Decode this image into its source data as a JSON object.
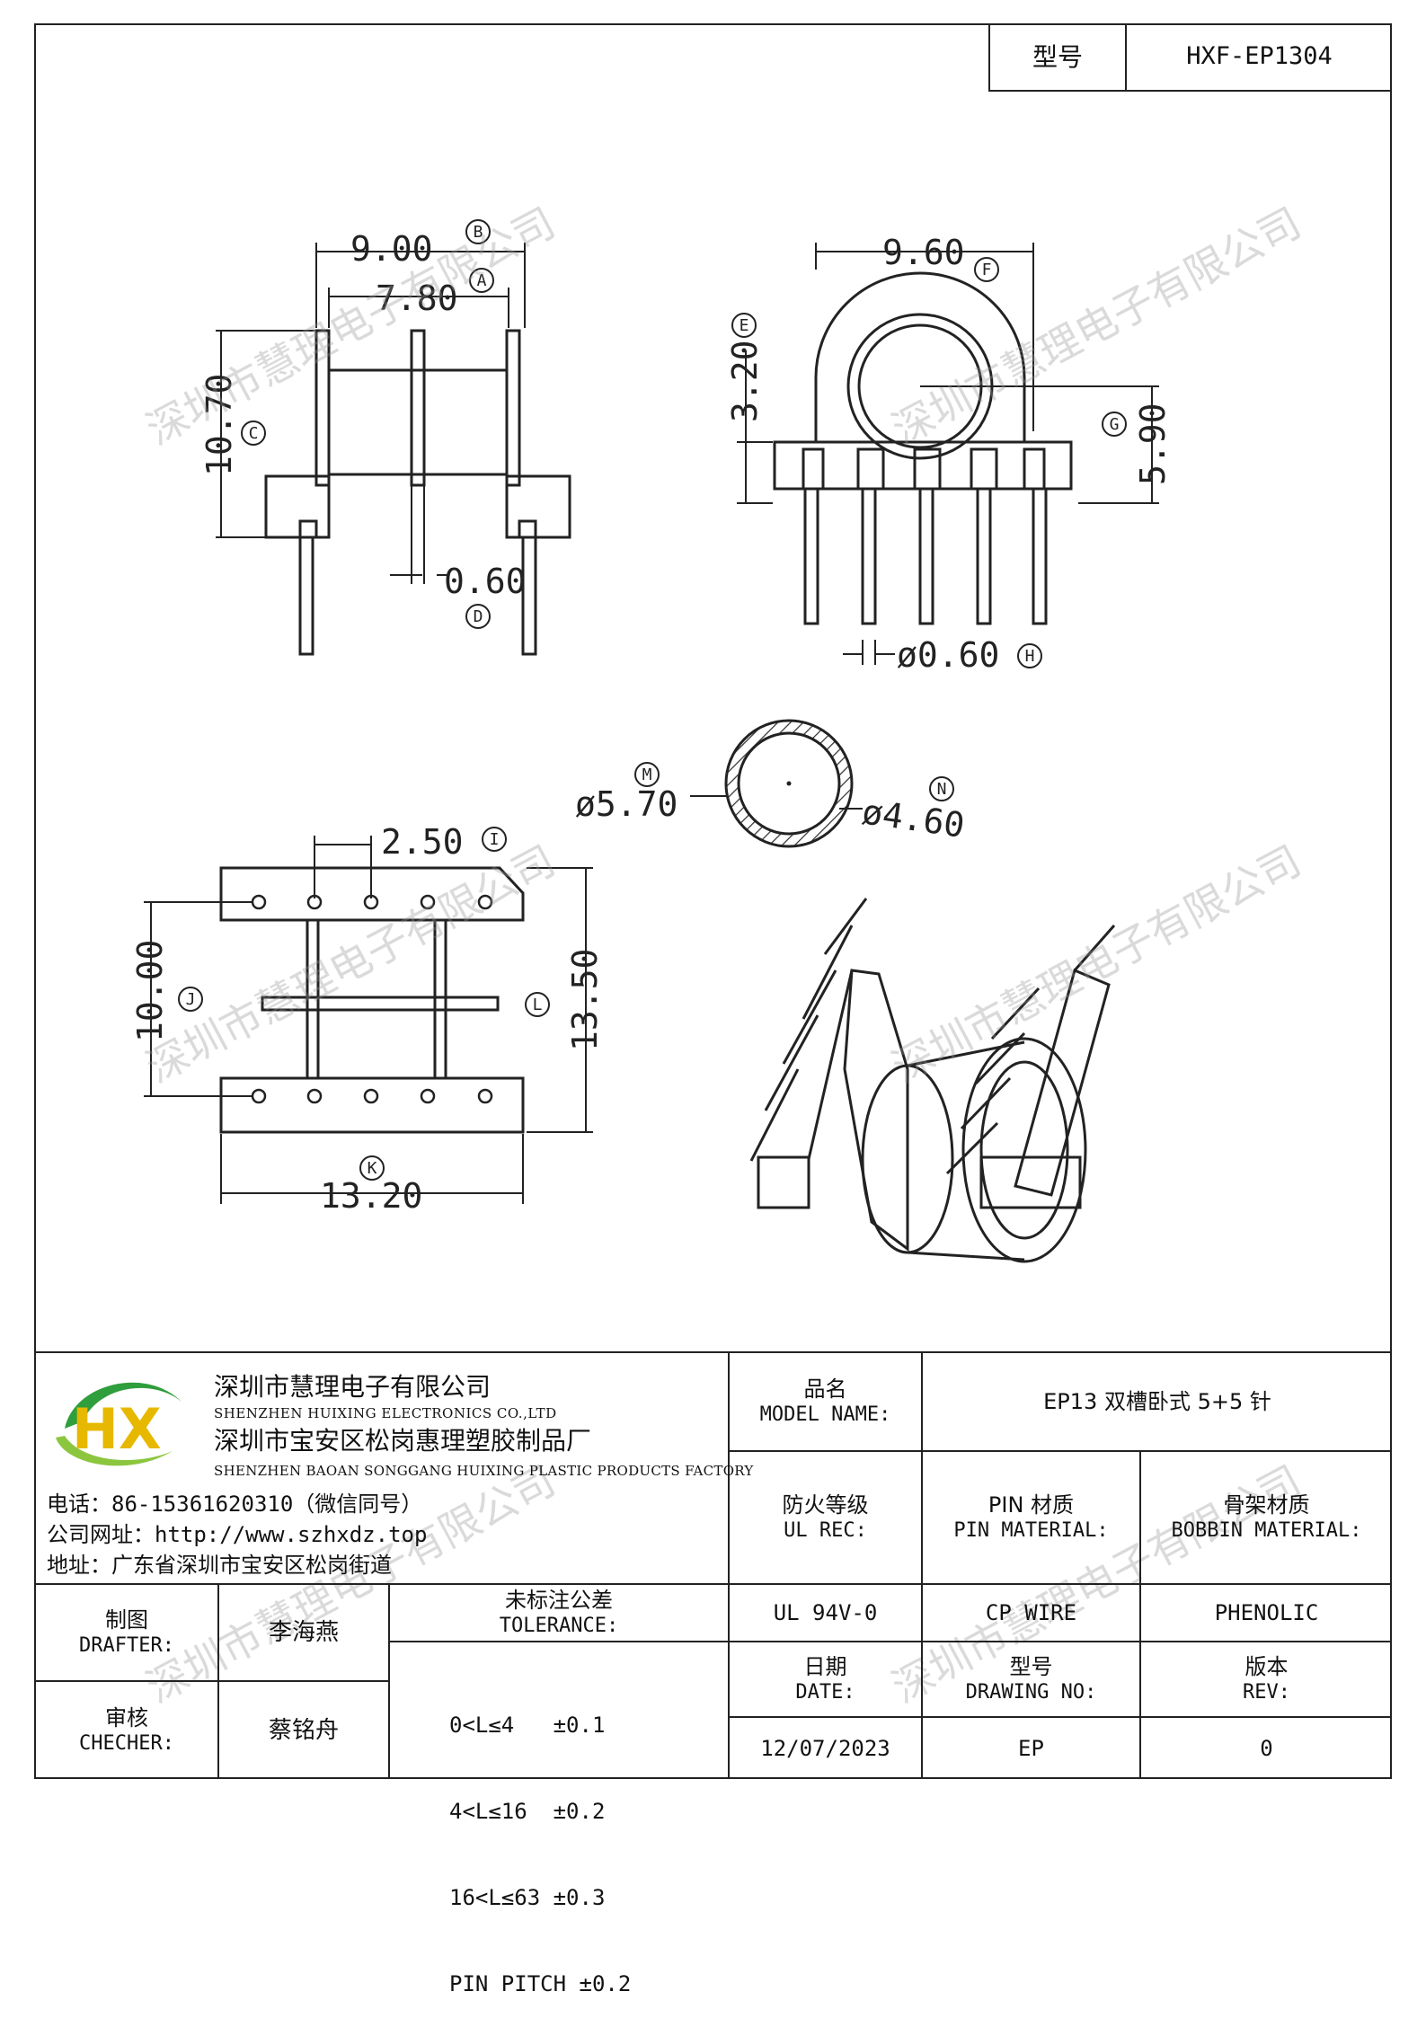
{
  "header": {
    "model_label": "型号",
    "model_value": "HXF-EP1304"
  },
  "dimensions": {
    "B": "9.00",
    "A": "7.80",
    "C": "10.70",
    "D": "0.60",
    "F": "9.60",
    "E": "3.20",
    "G": "5.90",
    "H": "ø0.60",
    "M": "ø5.70",
    "N": "ø4.60",
    "I": "2.50",
    "J": "10.00",
    "L": "13.50",
    "K": "13.20"
  },
  "tags": {
    "A": "A",
    "B": "B",
    "C": "C",
    "D": "D",
    "E": "E",
    "F": "F",
    "G": "G",
    "H": "H",
    "I": "I",
    "J": "J",
    "K": "K",
    "L": "L",
    "M": "M",
    "N": "N"
  },
  "watermark": "深圳市慧理电子有限公司",
  "company": {
    "logo_letters": "HX",
    "name_cn": "深圳市慧理电子有限公司",
    "name_en": "SHENZHEN HUIXING ELECTRONICS CO.,LTD",
    "factory_cn": "深圳市宝安区松岗惠理塑胶制品厂",
    "factory_en": "SHENZHEN BAOAN SONGGANG HUIXING PLASTIC PRODUCTS FACTORY",
    "phone": "电话：86-15361620310（微信同号）",
    "website": "公司网址：http://www.szhxdz.top",
    "address": "地址：广东省深圳市宝安区松岗街道"
  },
  "titleblock": {
    "model_name_cn": "品名",
    "model_name_en": "MODEL NAME:",
    "model_name_value": "EP13 双槽卧式 5+5 针",
    "ul_cn": "防火等级",
    "ul_en": "UL REC:",
    "pin_cn": "PIN 材质",
    "pin_en": "PIN MATERIAL:",
    "bobbin_cn": "骨架材质",
    "bobbin_en": "BOBBIN MATERIAL:",
    "ul_value": "UL 94V-0",
    "pin_value": "CP WIRE",
    "bobbin_value": "PHENOLIC",
    "drafter_cn": "制图",
    "drafter_en": "DRAFTER:",
    "drafter_name": "李海燕",
    "checker_cn": "审核",
    "checker_en": "CHECHER:",
    "checker_name": "蔡铭舟",
    "tolerance_cn": "未标注公差",
    "tolerance_en": "TOLERANCE:",
    "tolerance_lines": [
      "0<L≤4   ±0.1",
      "4<L≤16  ±0.2",
      "16<L≤63 ±0.3",
      "PIN PITCH ±0.2"
    ],
    "date_cn": "日期",
    "date_en": "DATE:",
    "date_value": "12/07/2023",
    "drawing_cn": "型号",
    "drawing_en": "DRAWING NO:",
    "drawing_value": "EP",
    "rev_cn": "版本",
    "rev_en": "REV:",
    "rev_value": "0"
  },
  "colors": {
    "logo_yellow": "#e7b800",
    "logo_green": "#2f9e3c",
    "logo_light_green": "#8cc63f"
  }
}
